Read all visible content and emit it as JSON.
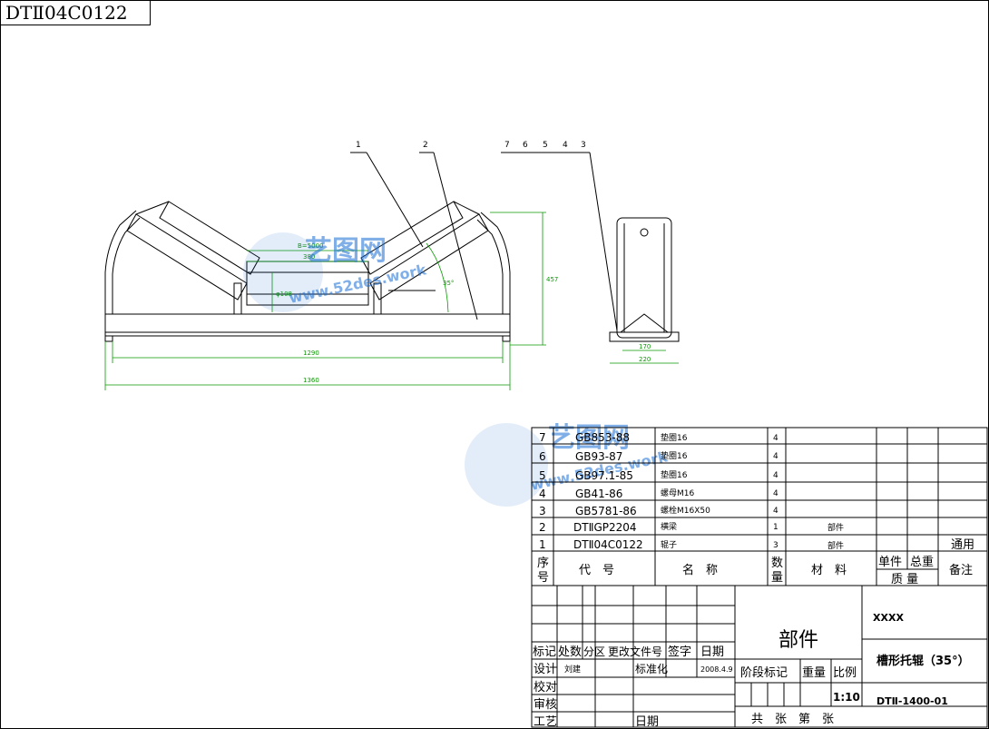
{
  "drawing_code": "DTⅡ04C0122",
  "watermark": {
    "brand": "艺图网",
    "site": "www.52des.work"
  },
  "front_view": {
    "callouts": [
      "1",
      "2"
    ],
    "dims": {
      "belt_width": "B=5000",
      "inner": "380",
      "height_small": "φ108",
      "angle": "35°",
      "total_h": "457",
      "width1": "1290",
      "width2": "1360"
    }
  },
  "side_view": {
    "callouts": [
      "7",
      "6",
      "5",
      "4",
      "3"
    ],
    "dims": {
      "inner": "170",
      "outer": "220"
    }
  },
  "bom": {
    "rows": [
      {
        "seq": "7",
        "code": "GB853-88",
        "name": "垫圈16",
        "qty": "4",
        "material": "",
        "remark": ""
      },
      {
        "seq": "6",
        "code": "GB93-87",
        "name": "垫圈16",
        "qty": "4",
        "material": "",
        "remark": ""
      },
      {
        "seq": "5",
        "code": "GB97.1-85",
        "name": "垫圈16",
        "qty": "4",
        "material": "",
        "remark": ""
      },
      {
        "seq": "4",
        "code": "GB41-86",
        "name": "螺母M16",
        "qty": "4",
        "material": "",
        "remark": ""
      },
      {
        "seq": "3",
        "code": "GB5781-86",
        "name": "螺栓M16X50",
        "qty": "4",
        "material": "",
        "remark": ""
      },
      {
        "seq": "2",
        "code": "DTⅡGP2204",
        "name": "横梁",
        "qty": "1",
        "material": "部件",
        "remark": ""
      },
      {
        "seq": "1",
        "code": "DTⅡ04C0122",
        "name": "辊子",
        "qty": "3",
        "material": "部件",
        "remark": "通用"
      }
    ],
    "header": {
      "seq_a": "序",
      "seq_b": "号",
      "code": "代　号",
      "name": "名　称",
      "qty_a": "数",
      "qty_b": "量",
      "material": "材　料",
      "unit": "单件",
      "total": "总重",
      "mass": "质 量",
      "remark": "备注"
    }
  },
  "title_block": {
    "rev_labels": [
      "标记",
      "处数",
      "分区",
      "更改文件号",
      "签字",
      "日期"
    ],
    "design": "设计",
    "designer": "刘建",
    "standard": "标准化",
    "date": "2008.4.9",
    "check": "校对",
    "review": "审核",
    "process": "工艺",
    "date2": "日期",
    "part_type": "部件",
    "stage": "阶段标记",
    "weight": "重量",
    "scale_label": "比例",
    "scale": "1:10",
    "sheets": "共　张　第　张",
    "company": "XXXX",
    "title": "槽形托辊（35°）",
    "number": "DTⅡ-1400-01"
  }
}
